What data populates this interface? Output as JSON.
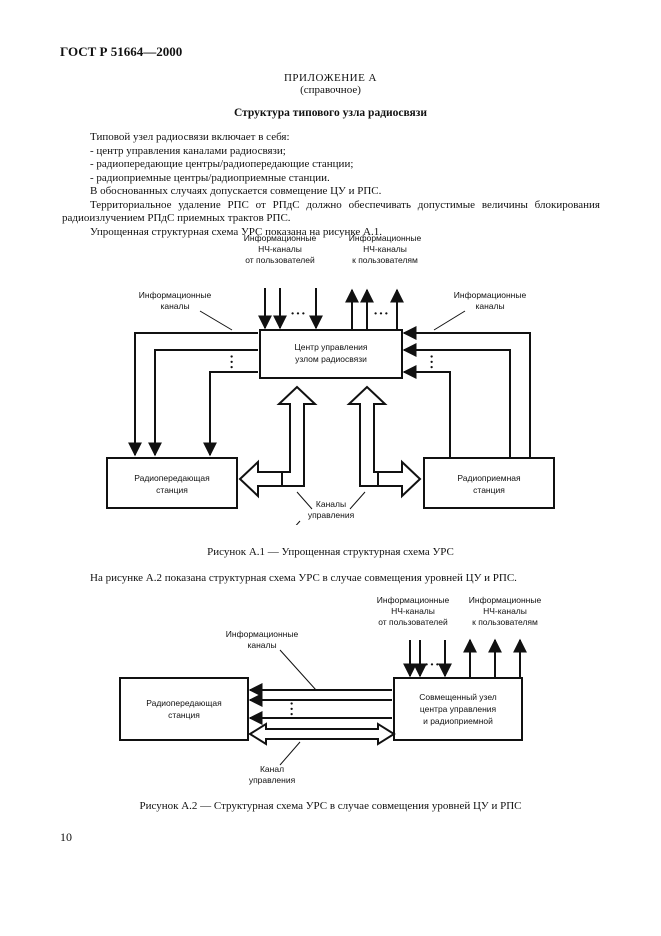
{
  "header": {
    "doc_id": "ГОСТ Р 51664—2000"
  },
  "appendix": {
    "title": "ПРИЛОЖЕНИЕ А",
    "note": "(справочное)"
  },
  "section_title": "Структура типового узла радиосвязи",
  "paragraphs": [
    "Типовой узел радиосвязи включает в себя:",
    "-  центр управления каналами радиосвязи;",
    "-  радиопередающие центры/радиопередающие станции;",
    "-  радиоприемные центры/радиоприемные станции.",
    "В обоснованных случаях допускается совмещение ЦУ и РПС.",
    "Территориальное удаление РПС от РПдС должно обеспечивать допустимые величины блокирования",
    "радиоизлучением РПдС приемных трактов РПС.",
    "Упрощенная структурная схема УРС показана на рисунке А.1."
  ],
  "figure1": {
    "top_left_label": [
      "Информационные",
      "НЧ-каналы",
      "от пользователей"
    ],
    "top_right_label": [
      "Информационные",
      "НЧ-каналы",
      "к пользователям"
    ],
    "left_label": [
      "Информационные",
      "каналы"
    ],
    "right_label": [
      "Информационные",
      "каналы"
    ],
    "center_box": [
      "Центр управления",
      "узлом радиосвязи"
    ],
    "left_box": [
      "Радиопередающая",
      "станция"
    ],
    "right_box": [
      "Радиоприемная",
      "станция"
    ],
    "bottom_label": [
      "Каналы",
      "управления"
    ],
    "dots": "• • •",
    "caption": "Рисунок А.1 — Упрощенная структурная схема УРС"
  },
  "between_text": "На рисунке А.2 показана структурная схема УРС в случае совмещения уровней ЦУ и РПС.",
  "figure2": {
    "top_left_label": [
      "Информационные",
      "НЧ-каналы",
      "от пользователей"
    ],
    "top_right_label": [
      "Информационные",
      "НЧ-каналы",
      "к пользователям"
    ],
    "info_label": [
      "Информационные",
      "каналы"
    ],
    "left_box": [
      "Радиопередающая",
      "станция"
    ],
    "right_box": [
      "Совмещенный узел",
      "центра управления",
      "и радиоприемной"
    ],
    "bottom_label": [
      "Канал",
      "управления"
    ],
    "dots": "• • •",
    "caption": "Рисунок А.2 — Структурная схема УРС в случае совмещения уровней ЦУ и РПС"
  },
  "page_number": "10"
}
